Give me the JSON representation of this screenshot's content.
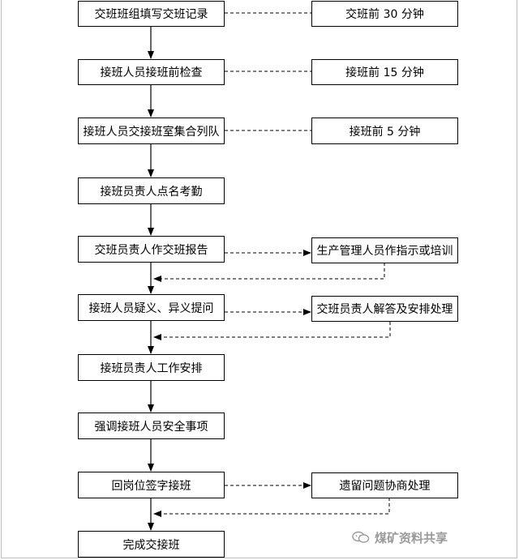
{
  "flow": {
    "steps": [
      "交班班组填写交班记录",
      "接班人员接班前检查",
      "接班人员交接班室集合列队",
      "接班员责人点名考勤",
      "交班员责人作交班报告",
      "接班人员疑义、异义提问",
      "接班员责人工作安排",
      "强调接班人员安全事项",
      "回岗位签字接班",
      "完成交接班"
    ],
    "notes": [
      "交班前 30 分钟",
      "接班前 15 分钟",
      "接班前 5 分钟",
      "生产管理人员作指示或培训",
      "交班员责人解答及安排处理",
      "遗留问题协商处理"
    ]
  },
  "watermark": {
    "text": "煤矿资料共享",
    "icon": "wechat-icon"
  }
}
